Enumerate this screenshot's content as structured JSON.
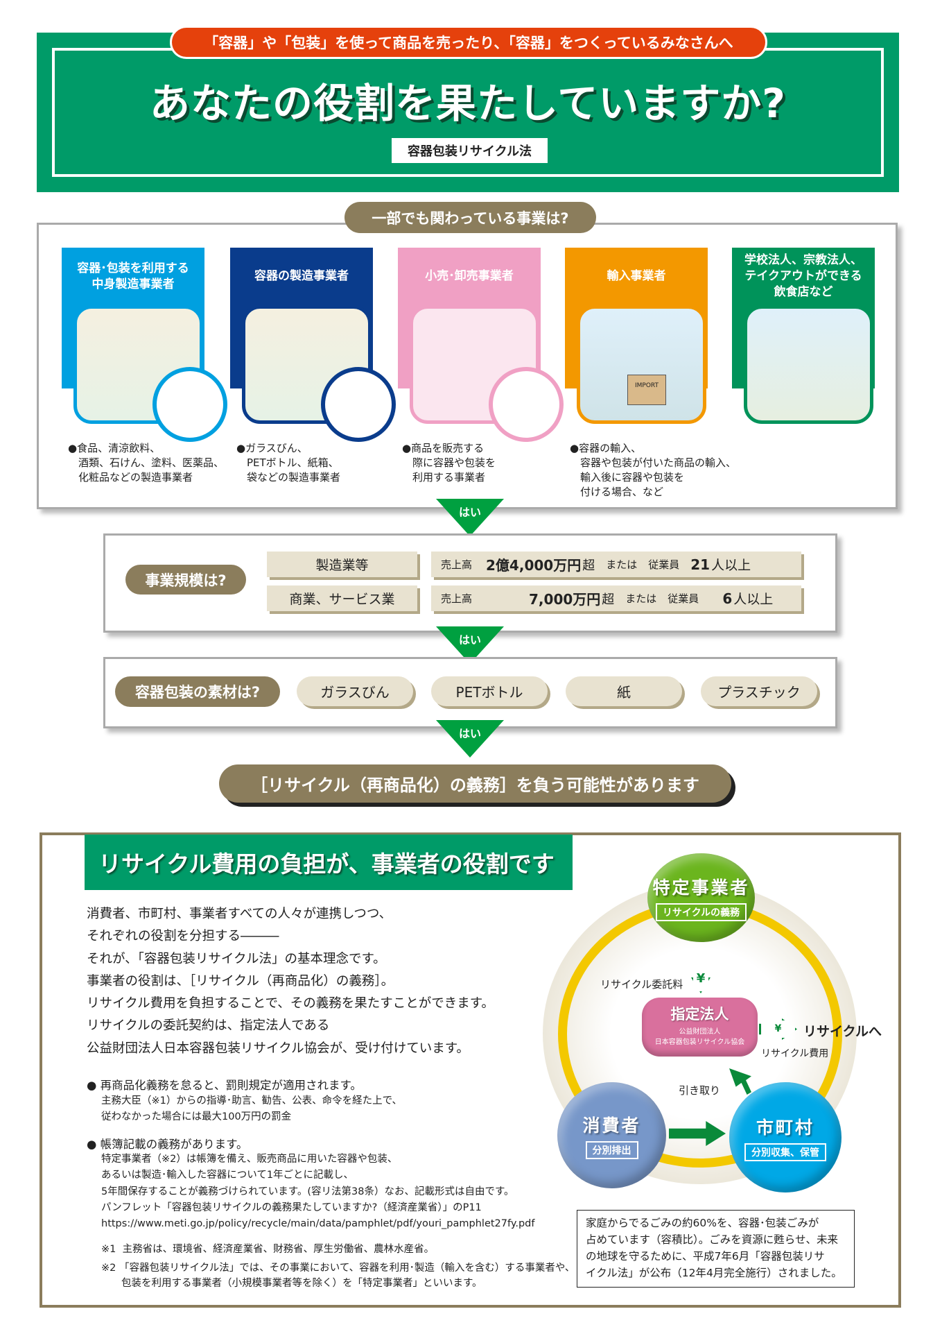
{
  "header": {
    "audience": "「容器」や「包装」を使って商品を売ったり、「容器」をつくっているみなさんへ",
    "title": "あなたの役割を果たしていますか?",
    "law": "容器包装リサイクル法"
  },
  "business": {
    "question": "一部でも関わっている事業は?",
    "cards": [
      {
        "title": "容器･包装を利用する\n中身製造事業者",
        "desc": "●食品、清涼飲料、\n　酒類、石けん、塗料、医薬品、\n　化粧品などの製造事業者",
        "color": "#00a0e0"
      },
      {
        "title": "容器の製造事業者",
        "desc": "●ガラスびん、\n　PETボトル、紙箱、\n　袋などの製造事業者",
        "color": "#0a3c8c"
      },
      {
        "title": "小売･卸売事業者",
        "desc": "●商品を販売する\n　際に容器や包装を\n　利用する事業者",
        "color": "#f0a0c4"
      },
      {
        "title": "輸入事業者",
        "desc": "●容器の輸入、\n　容器や包装が付いた商品の輸入、\n　輸入後に容器や包装を\n　付ける場合、など",
        "color": "#f39800"
      },
      {
        "title": "学校法人、宗教法人、\nテイクアウトができる\n飲食店など",
        "desc": "",
        "color": "#00935a"
      }
    ],
    "import_label": "IMPORT"
  },
  "yes": "はい",
  "scale": {
    "question": "事業規模は?",
    "rows": [
      {
        "category": "製造業等",
        "sales_label": "売上高",
        "sales": "2億4,000万円",
        "over": "超",
        "or": "または",
        "emp_label": "従業員",
        "emp": "21",
        "emp_unit": "人以上"
      },
      {
        "category": "商業、サービス業",
        "sales_label": "売上高",
        "sales": "7,000万円",
        "over": "超",
        "or": "または",
        "emp_label": "従業員",
        "emp": "6",
        "emp_unit": "人以上"
      }
    ]
  },
  "material": {
    "question": "容器包装の素材は?",
    "options": [
      "ガラスびん",
      "PETボトル",
      "紙",
      "プラスチック"
    ]
  },
  "result": "［リサイクル（再商品化）の義務］を負う可能性があります",
  "role": {
    "title": "リサイクル費用の負担が、事業者の役割です",
    "body": "消費者、市町村、事業者すべての人々が連携しつつ、\nそれぞれの役割を分担する―――\nそれが、「容器包装リサイクル法」の基本理念です。\n事業者の役割は、［リサイクル（再商品化）の義務］。\nリサイクル費用を負担することで、その義務を果たすことができます。\nリサイクルの委託契約は、指定法人である\n公益財団法人日本容器包装リサイクル協会が、受け付けています。",
    "bullet1_title": "● 再商品化義務を怠ると、罰則規定が適用されます。",
    "bullet1_body": "主務大臣（※1）からの指導･助言、勧告、公表、命令を経た上で、\n従わなかった場合には最大100万円の罰金",
    "bullet2_title": "● 帳簿記載の義務があります。",
    "bullet2_body": "特定事業者（※2）は帳簿を備え、販売商品に用いた容器や包装、\nあるいは製造･輸入した容器について1年ごとに記載し、\n5年間保存することが義務づけられています。(容リ法第38条）なお、記載形式は自由です。\nパンフレット「容器包装リサイクルの義務果たしていますか?（経済産業省）」のP11\nhttps://www.meti.go.jp/policy/recycle/main/data/pamphlet/pdf/youri_pamphlet27fy.pdf",
    "note1": "※1  主務省は、環境省、経済産業省、財務省、厚生労働省、農林水産省。",
    "note2": "※2 「容器包装リサイクル法」では、その事業において、容器を利用･製造（輸入を含む）する事業者や、\n　　包装を利用する事業者（小規模事業者等を除く）を「特定事業者」といいます。"
  },
  "diagram": {
    "business": {
      "name": "特定事業者",
      "tag": "リサイクルの義務"
    },
    "designated": {
      "name": "指定法人",
      "sub1": "公益財団法人",
      "sub2": "日本容器包装リサイクル協会"
    },
    "consumer": {
      "name": "消費者",
      "tag": "分別排出"
    },
    "municipality": {
      "name": "市町村",
      "tag": "分別収集、保管"
    },
    "fee_label": "リサイクル委託料",
    "yen": "¥",
    "to_recycle": "リサイクルへ",
    "cost_label": "リサイクル費用",
    "pickup_label": "引き取り"
  },
  "footnote_box": "家庭からでるごみの約60%を、容器･包装ごみが\n占めています（容積比）。ごみを資源に甦らせ、未来\nの地球を守るために、平成7年6月「容器包装リサ\nイクル法」が公布（12年4月完全施行）されました。"
}
